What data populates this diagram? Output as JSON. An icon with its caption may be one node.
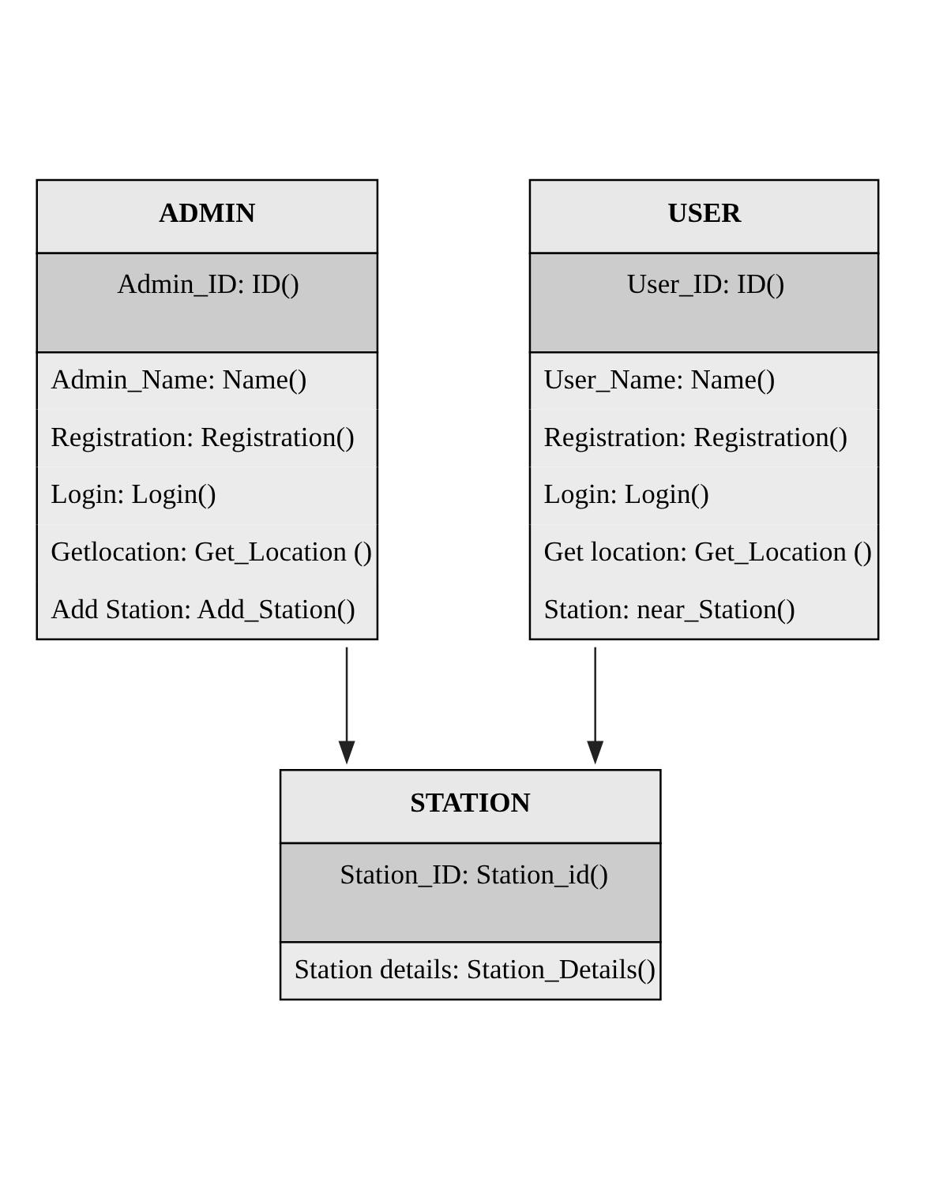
{
  "diagram": {
    "nodes": [
      {
        "text": [
          "ADMIN",
          "Admin_ID: ID()",
          "Admin_Name: Name()",
          "Registration: Registration()",
          "Login: Login()",
          "Getlocation: Get_Location ()",
          "Add Station: Add_Station()"
        ]
      },
      {
        "text": [
          "USER",
          "User_ID: ID()",
          "User_Name: Name()",
          "Registration: Registration()",
          "Login: Login()",
          "Get location: Get_Location ()",
          "Station: near_Station()"
        ]
      },
      {
        "text": [
          "STATION",
          "Station_ID: Station_id()",
          "Station details: Station_Details()"
        ]
      }
    ],
    "edges": [
      {
        "from": 0,
        "to": 2,
        "arrow": "to"
      },
      {
        "from": 1,
        "to": 2,
        "arrow": "to"
      }
    ]
  }
}
